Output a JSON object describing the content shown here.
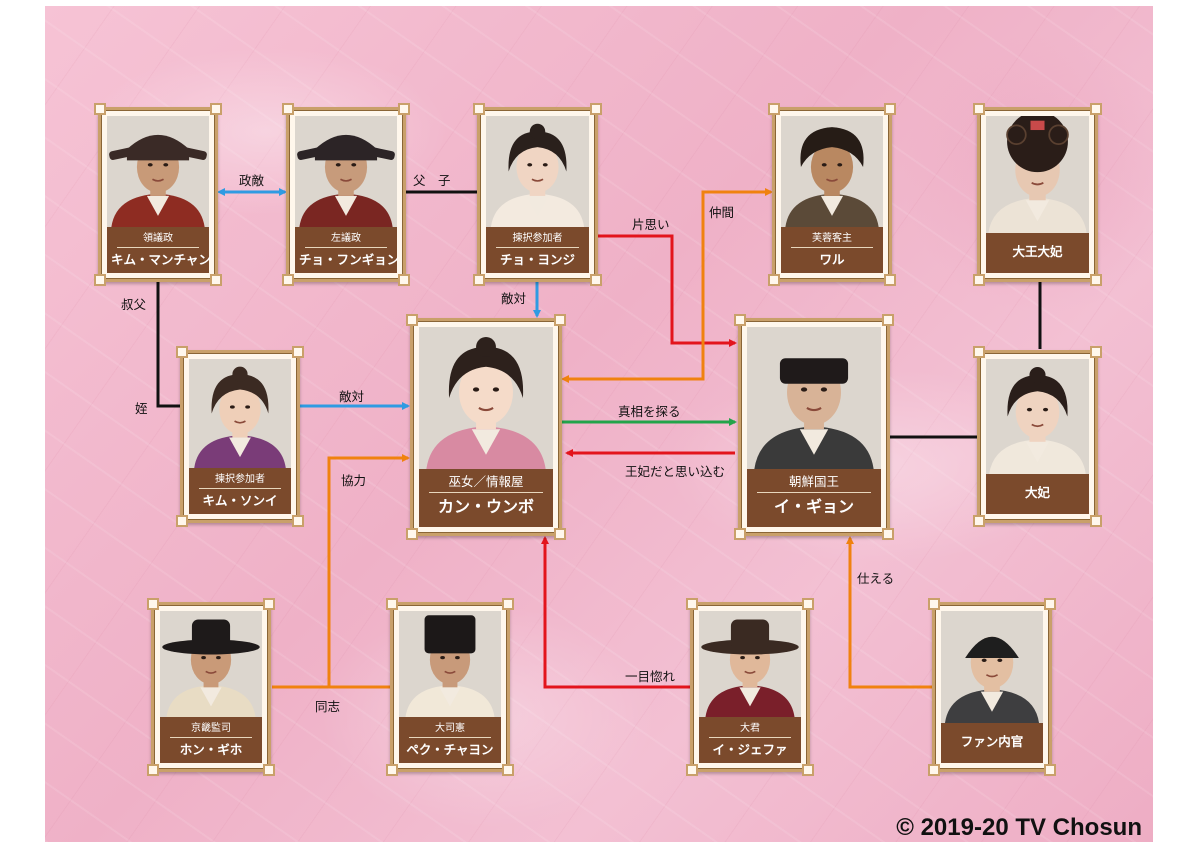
{
  "people": [
    {
      "id": "kim-manchan",
      "role": "領議政",
      "name": "キム・マンチャン",
      "hat": "gwan",
      "hat_color": "#3a2a26",
      "robe": "#8e2c22",
      "skin": "#c89a78"
    },
    {
      "id": "jo-hungyon",
      "role": "左議政",
      "name": "チョ・フンギョン",
      "hat": "gwan",
      "hat_color": "#2c2426",
      "robe": "#7a2622",
      "skin": "#c79b7b"
    },
    {
      "id": "jo-yonji",
      "role": "揀択参加者",
      "name": "チョ・ヨンジ",
      "hat": "hair",
      "hat_color": "#2a201c",
      "robe": "#f3eadf",
      "skin": "#f0d5c3"
    },
    {
      "id": "wol",
      "role": "芙蓉客主",
      "name": "ワル",
      "hat": "wild",
      "hat_color": "#261c16",
      "robe": "#5b4a38",
      "skin": "#b98861"
    },
    {
      "id": "daewang-daebi",
      "role": "",
      "name": "大王大妃",
      "hat": "crown",
      "hat_color": "#2a1d18",
      "robe": "#ece3d6",
      "skin": "#e7c8b2"
    },
    {
      "id": "kim-soni",
      "role": "揀択参加者",
      "name": "キム・ソンイ",
      "hat": "hair",
      "hat_color": "#3b2a22",
      "robe": "#7a3c78",
      "skin": "#efcfb8"
    },
    {
      "id": "kang-unbo",
      "role": "巫女／情報屋",
      "name": "カン・ウンボ",
      "hat": "hair",
      "hat_color": "#2d211c",
      "robe": "#d88aa2",
      "skin": "#f5dbc9"
    },
    {
      "id": "i-gyon",
      "role": "朝鮮国王",
      "name": "イ・ギョン",
      "hat": "band",
      "hat_color": "#1f1a1a",
      "robe": "#3a3a3a",
      "skin": "#d8b397"
    },
    {
      "id": "daebi",
      "role": "",
      "name": "大妃",
      "hat": "hair",
      "hat_color": "#2a1e1a",
      "robe": "#f0e8dc",
      "skin": "#efd3c0"
    },
    {
      "id": "hon-giho",
      "role": "京畿監司",
      "name": "ホン・ギホ",
      "hat": "gat",
      "hat_color": "#1e1a1a",
      "robe": "#e8dcc4",
      "skin": "#c99a78"
    },
    {
      "id": "pek-chayon",
      "role": "大司憲",
      "name": "ペク・チャヨン",
      "hat": "tall",
      "hat_color": "#1c1818",
      "robe": "#f1e8d8",
      "skin": "#c89a7a"
    },
    {
      "id": "i-jefa",
      "role": "大君",
      "name": "イ・ジェファ",
      "hat": "gat",
      "hat_color": "#3a2a22",
      "robe": "#7a1f2a",
      "skin": "#e0b89a"
    },
    {
      "id": "fan-naigan",
      "role": "",
      "name": "ファン内官",
      "hat": "cap",
      "hat_color": "#1e1e1e",
      "robe": "#3e3e40",
      "skin": "#e3bfa2"
    }
  ],
  "relations": [
    {
      "id": "seiteki",
      "label": "政敵",
      "color": "#2f9be2"
    },
    {
      "id": "fushi",
      "label": "父　子",
      "color": "#111111"
    },
    {
      "id": "tekitai-1",
      "label": "敵対",
      "color": "#2f9be2"
    },
    {
      "id": "kataomoi",
      "label": "片思い",
      "color": "#e3141c"
    },
    {
      "id": "nakama",
      "label": "仲間",
      "color": "#f0820f"
    },
    {
      "id": "shukufu",
      "label": "叔父",
      "color": "#111111"
    },
    {
      "id": "mei",
      "label": "姪",
      "color": "#111111"
    },
    {
      "id": "tekitai-2",
      "label": "敵対",
      "color": "#2f9be2"
    },
    {
      "id": "kyoryoku",
      "label": "協力",
      "color": "#f0820f"
    },
    {
      "id": "shinso",
      "label": "真相を探る",
      "color": "#22a44a"
    },
    {
      "id": "ohi",
      "label": "王妃だと思い込む",
      "color": "#e3141c"
    },
    {
      "id": "doshi",
      "label": "同志",
      "color": "#f0820f"
    },
    {
      "id": "hitomebore",
      "label": "一目惚れ",
      "color": "#e3141c"
    },
    {
      "id": "tsukaeru",
      "label": "仕える",
      "color": "#f0820f"
    }
  ],
  "copyright": "© 2019-20 TV Chosun"
}
